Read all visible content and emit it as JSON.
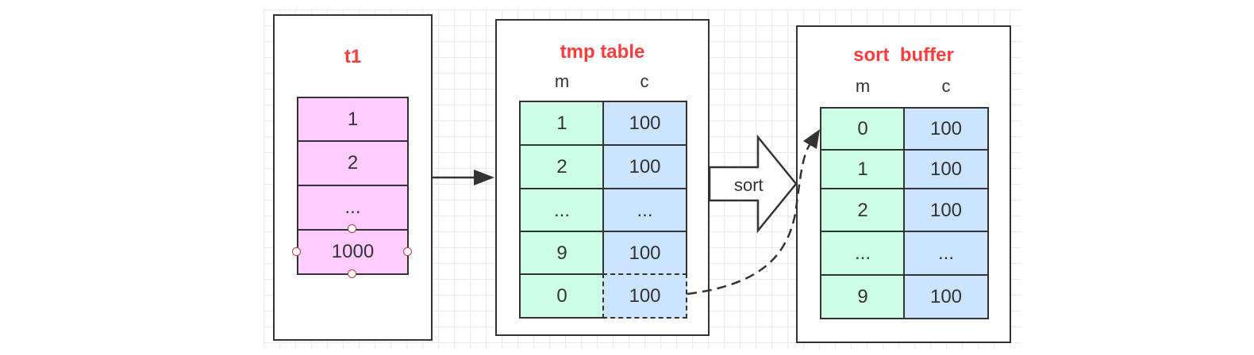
{
  "panels": {
    "t1": {
      "title": "t1",
      "rows": [
        "1",
        "2",
        "...",
        "1000"
      ]
    },
    "tmp_table": {
      "title": "tmp table",
      "headers": [
        "m",
        "c"
      ],
      "rows": [
        {
          "m": "1",
          "c": "100"
        },
        {
          "m": "2",
          "c": "100"
        },
        {
          "m": "...",
          "c": "..."
        },
        {
          "m": "9",
          "c": "100"
        },
        {
          "m": "0",
          "c": "100"
        }
      ]
    },
    "sort_buffer": {
      "title": "sort  buffer",
      "headers": [
        "m",
        "c"
      ],
      "rows": [
        {
          "m": "0",
          "c": "100"
        },
        {
          "m": "1",
          "c": "100"
        },
        {
          "m": "2",
          "c": "100"
        },
        {
          "m": "...",
          "c": "..."
        },
        {
          "m": "9",
          "c": "100"
        }
      ]
    }
  },
  "arrows": {
    "sort_label": "sort"
  },
  "colors": {
    "title": "#ff3b3b",
    "t1_cell": "#ffccff",
    "m_cell": "#ccffe6",
    "c_cell": "#cce5ff",
    "border": "#333333"
  }
}
